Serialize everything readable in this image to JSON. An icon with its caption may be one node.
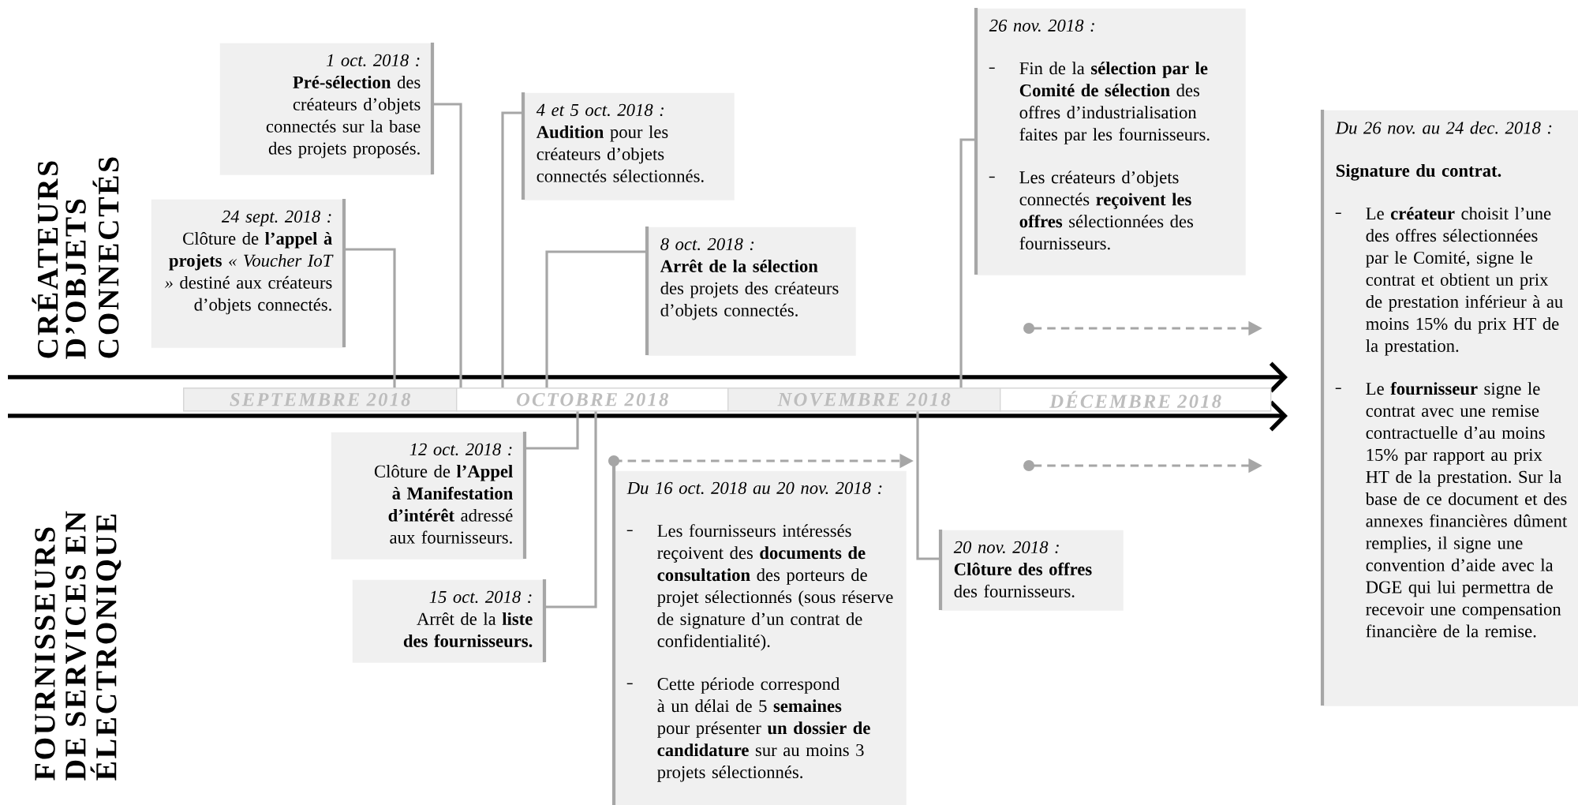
{
  "diagram": {
    "nodes": [
      {
        "text": [
          "24 sept. 2018 :",
          "Clôture de **l’appel à projets** *« Voucher IoT »* destiné aux créateurs d’objets connectés."
        ]
      },
      {
        "text": [
          "1 oct. 2018 :",
          "**Pré-sélection** des créateurs d’objets connectés sur la base des projets proposés."
        ]
      },
      {
        "text": [
          "4 et 5 oct. 2018 :",
          "**Audition** pour les créateurs d’objets connectés sélectionnés."
        ]
      },
      {
        "text": [
          "8 oct. 2018 :",
          "**Arrêt de la sélection** des projets des créateurs d’objets connectés."
        ]
      },
      {
        "text": [
          "26 nov. 2018 :",
          "Fin de la **sélection par le Comité de sélection** des offres d’industrialisation faites par les fournisseurs.",
          "Les créateurs d’objets connectés **reçoivent les offres** sélectionnées des fournisseurs."
        ]
      },
      {
        "text": [
          "Du 26 nov. au 24 dec. 2018 :",
          "Signature du contrat.",
          "Le **créateur** choisit l’une des offres sélectionnées par le Comité, signe le contrat et obtient un prix de prestation inférieur à au moins 15% du prix HT de la prestation.",
          "Le **fournisseur** signe le contrat avec une remise contractuelle d’au moins 15% par rapport au prix HT de la prestation. Sur la base de ce document et des annexes financières dûment remplies, il signe une convention d’aide avec la DGE qui lui permettra de recevoir une compensation financière de la remise."
        ]
      },
      {
        "text": [
          "12 oct. 2018 :",
          "Clôture de **l’Appel à Manifestation d’intérêt** adressé aux fournisseurs."
        ]
      },
      {
        "text": [
          "15 oct. 2018 :",
          "Arrêt de la **liste des fournisseurs.**"
        ]
      },
      {
        "text": [
          "Du 16 oct. 2018 au 20 nov. 2018 :",
          "Les fournisseurs intéressés reçoivent des **documents de consultation** des porteurs de projet sélectionnés (sous réserve de signature d’un contrat de confidentialité).",
          "Cette période correspond à un délai de 5 **semaines** pour présenter **un dossier de candidature** sur au moins 3 projets sélectionnés."
        ]
      },
      {
        "text": [
          "20 nov. 2018 :",
          "**Clôture des offres** des fournisseurs."
        ]
      },
      {
        "text": [
          "SEPTEMBRE 2018"
        ]
      },
      {
        "text": [
          "OCTOBRE 2018"
        ]
      },
      {
        "text": [
          "NOVEMBRE 2018"
        ]
      },
      {
        "text": [
          "DÉCEMBRE 2018"
        ]
      }
    ],
    "edges": [
      {
        "from": 0,
        "to": 10,
        "arrow": "none"
      },
      {
        "from": 1,
        "to": 11,
        "arrow": "none"
      },
      {
        "from": 2,
        "to": 11,
        "arrow": "none"
      },
      {
        "from": 3,
        "to": 11,
        "arrow": "none"
      },
      {
        "from": 4,
        "to": 12,
        "arrow": "none"
      },
      {
        "from": 6,
        "to": 11,
        "arrow": "none"
      },
      {
        "from": 7,
        "to": 11,
        "arrow": "none"
      },
      {
        "from": 9,
        "to": 12,
        "arrow": "none"
      },
      {
        "from": 8,
        "to": null,
        "arrow": "to",
        "style": "dashed"
      }
    ],
    "labels": [
      "CRÉATEURS",
      "D’OBJETS",
      "CONNECTÉS",
      "FOURNISSEURS",
      "DE SERVICES EN",
      "ÉLECTRONIQUE"
    ]
  }
}
